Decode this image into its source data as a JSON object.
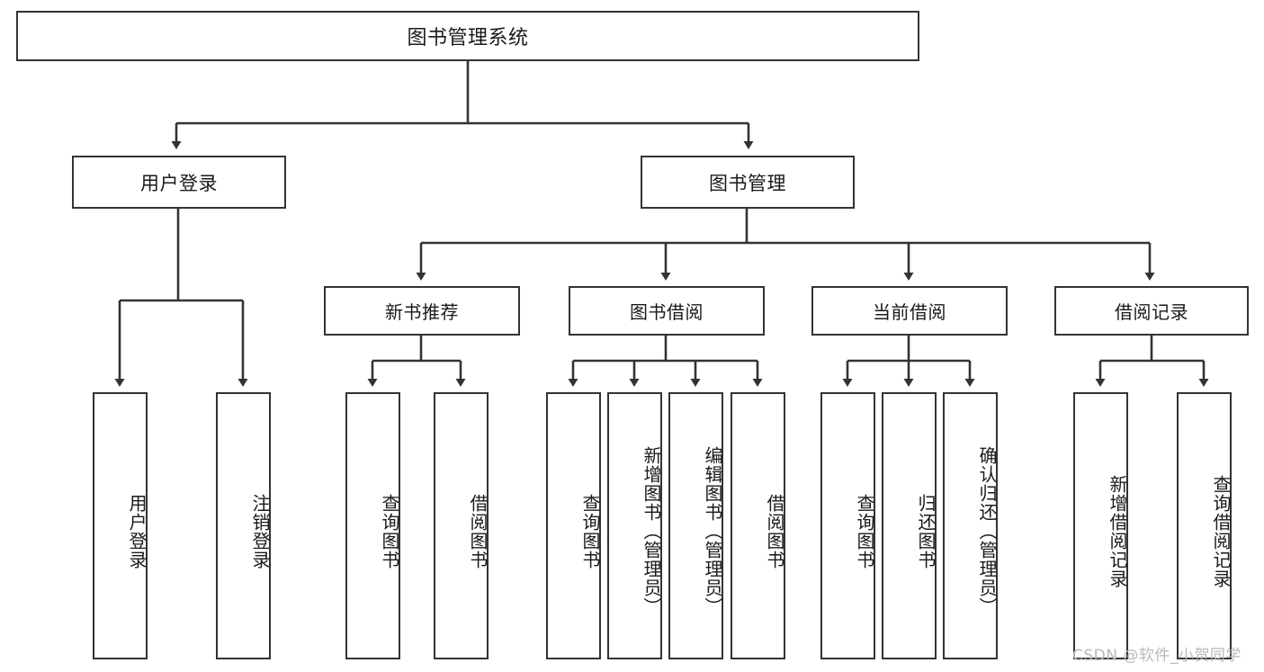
{
  "diagram": {
    "title": "图书管理系统",
    "type": "hierarchy-tree",
    "colors": {
      "stroke": "#333333",
      "fill": "#ffffff",
      "text": "#1a1a1a",
      "watermark": "#b9b9b9"
    },
    "root": {
      "label": "图书管理系统"
    },
    "level1": [
      {
        "label": "用户登录"
      },
      {
        "label": "图书管理"
      }
    ],
    "level2": [
      {
        "label": "新书推荐"
      },
      {
        "label": "图书借阅"
      },
      {
        "label": "当前借阅"
      },
      {
        "label": "借阅记录"
      }
    ],
    "leaves": {
      "user_login": [
        {
          "label": "用户登录"
        },
        {
          "label": "注销登录"
        }
      ],
      "new_book_recommend": [
        {
          "label": "查询图书"
        },
        {
          "label": "借阅图书"
        }
      ],
      "book_borrow": [
        {
          "label": "查询图书"
        },
        {
          "label": "新增图书（管理员）"
        },
        {
          "label": "编辑图书（管理员）"
        },
        {
          "label": "借阅图书"
        }
      ],
      "current_borrow": [
        {
          "label": "查询图书"
        },
        {
          "label": "归还图书"
        },
        {
          "label": "确认归还（管理员）"
        }
      ],
      "borrow_record": [
        {
          "label": "新增借阅记录"
        },
        {
          "label": "查询借阅记录"
        }
      ]
    }
  },
  "watermark": {
    "text": "CSDN @软件_小贺同学"
  }
}
